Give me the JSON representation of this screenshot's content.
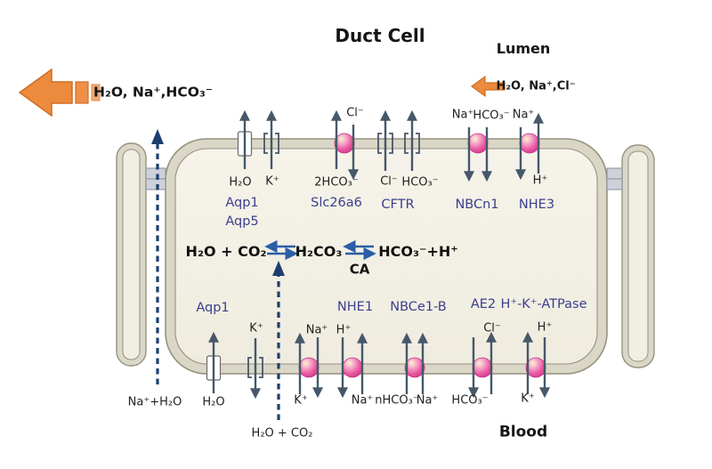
{
  "title": "Duct Cell",
  "compartments": {
    "lumen": "Lumen",
    "blood": "Blood"
  },
  "flows": {
    "duct_secretion": "H₂O, Na⁺,HCO₃⁻",
    "lumen_inflow": "H₂O, Na⁺,Cl⁻",
    "paracellular": "Na⁺+H₂O",
    "co2_entry": "H₂O + CO₂"
  },
  "reaction": {
    "reactants": "H₂O + CO₂",
    "intermediate": "H₂CO₃",
    "products": "HCO₃⁻+H⁺",
    "enzyme": "CA"
  },
  "apical_membrane": {
    "aqp": {
      "name_1": "Aqp1",
      "name_2": "Aqp5",
      "substrate": "H₂O"
    },
    "k_channel": {
      "ion": "K⁺"
    },
    "slc26a6": {
      "name": "Slc26a6",
      "ion_in": "Cl⁻",
      "ion_out": "2HCO₃⁻"
    },
    "cftr": {
      "name": "CFTR",
      "ion_1": "Cl⁻",
      "ion_2": "HCO₃⁻"
    },
    "nbcn1": {
      "name": "NBCn1",
      "ion_1": "Na⁺",
      "ion_2": "HCO₃⁻"
    },
    "nhe3": {
      "name": "NHE3",
      "ion_in": "Na⁺",
      "ion_out": "H⁺"
    }
  },
  "basolateral_membrane": {
    "aqp1": {
      "name": "Aqp1",
      "substrate": "H₂O"
    },
    "k_channel": {
      "ion": "K⁺"
    },
    "na_k_pump": {
      "ion_out": "Na⁺",
      "ion_in": "K⁺"
    },
    "nhe1": {
      "name": "NHE1",
      "ion_out": "H⁺",
      "ion_in": "Na⁺"
    },
    "nbce1_b": {
      "name": "NBCe1-B",
      "ion_1": "nHCO₃⁻",
      "ion_2": "Na⁺"
    },
    "ae2": {
      "name": "AE2",
      "ion_in": "Cl⁻",
      "ion_out": "HCO₃⁻"
    },
    "hk_atpase": {
      "name": "H⁺-K⁺-ATPase",
      "ion_out": "H⁺",
      "ion_in": "K⁺"
    }
  },
  "colors": {
    "orange_arrow": "#EC8B3E",
    "transporter_sphere": "#E0549C",
    "flux_arrow": "#46586A",
    "transporter_label": "#3B3F8F",
    "dashed_pathway": "#1D3F6F",
    "equilibrium_arrow": "#2B5EA7",
    "membrane_band": "#DBD7C7",
    "cell_fill": "#F4F1E6"
  }
}
